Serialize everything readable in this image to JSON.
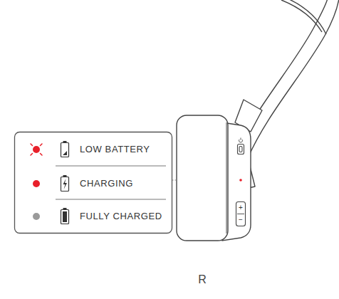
{
  "diagram": {
    "labels": [
      "+",
      "−",
      "R"
    ],
    "legend": [
      {
        "text": "LOW BATTERY",
        "color": "#e8202a"
      },
      {
        "text": "CHARGING",
        "color": "#e8202a"
      },
      {
        "text": "FULLY CHARGED",
        "color": "#9a9a9a"
      }
    ]
  }
}
